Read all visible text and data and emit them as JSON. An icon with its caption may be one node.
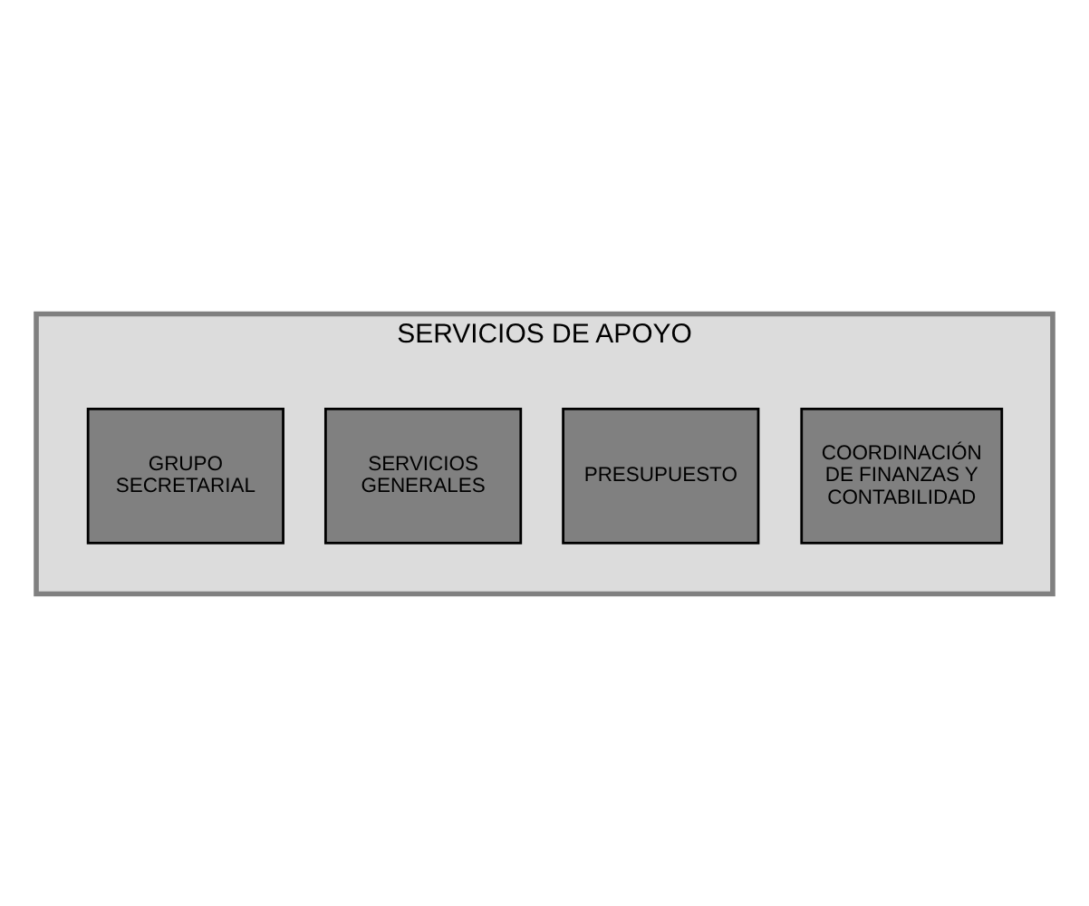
{
  "diagram": {
    "nodes": [
      {
        "text": [
          "SERVICIOS DE APOYO"
        ]
      },
      {
        "text": [
          "COORDINACIÓN DE FINANZAS Y CONTABILIDAD"
        ],
        "in": 0
      },
      {
        "text": [
          "PRESUPUESTO"
        ],
        "in": 0
      },
      {
        "text": [
          "SERVICIOS GENERALES"
        ],
        "in": 0
      },
      {
        "text": [
          "GRUPO SECRETARIAL"
        ],
        "in": 0
      }
    ]
  }
}
